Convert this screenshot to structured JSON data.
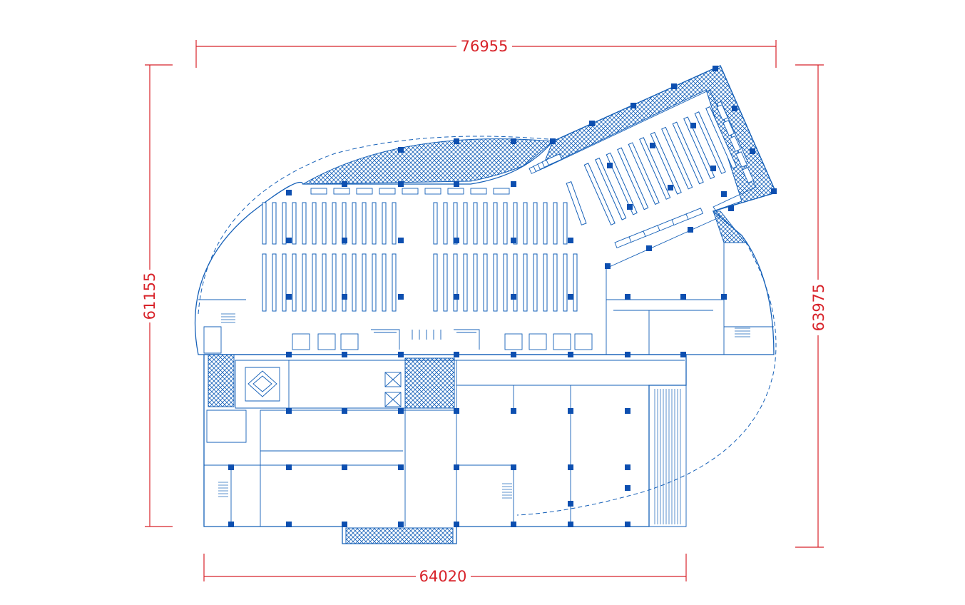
{
  "colors": {
    "dimension": "#d8232a",
    "plan": "#1560b8",
    "column": "#0d4fb0",
    "background": "#ffffff"
  },
  "dimensions": {
    "top": "76955",
    "bottom": "64020",
    "left": "61155",
    "right": "63975"
  }
}
